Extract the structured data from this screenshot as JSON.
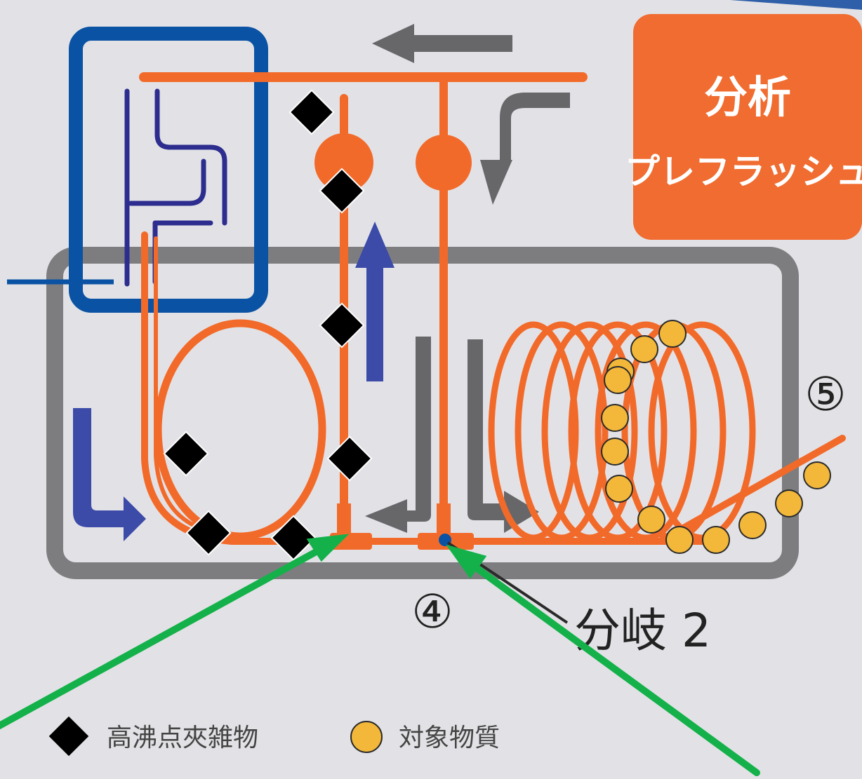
{
  "analysis_box": {
    "title": "分析",
    "subtitle": "プレフラッシュ"
  },
  "labels": {
    "point_4": "④",
    "point_5": "⑤",
    "branch": "分岐 2"
  },
  "legend": [
    {
      "icon": "black-diamond-icon",
      "label": "高沸点夾雑物"
    },
    {
      "icon": "yellow-circle-icon",
      "label": "対象物質"
    }
  ],
  "colors": {
    "background": "#e2e2e6",
    "tube": "#f26a2a",
    "analysis_box": "#f06c30",
    "injector_frame": "#0a52a3",
    "oven_frame": "#7d7d7f",
    "gray_arrow": "#67676a",
    "blue_arrow": "#3c4aa8",
    "green_arrow": "#14b14a",
    "impurity": "#000000",
    "target": "#f3b83a"
  }
}
